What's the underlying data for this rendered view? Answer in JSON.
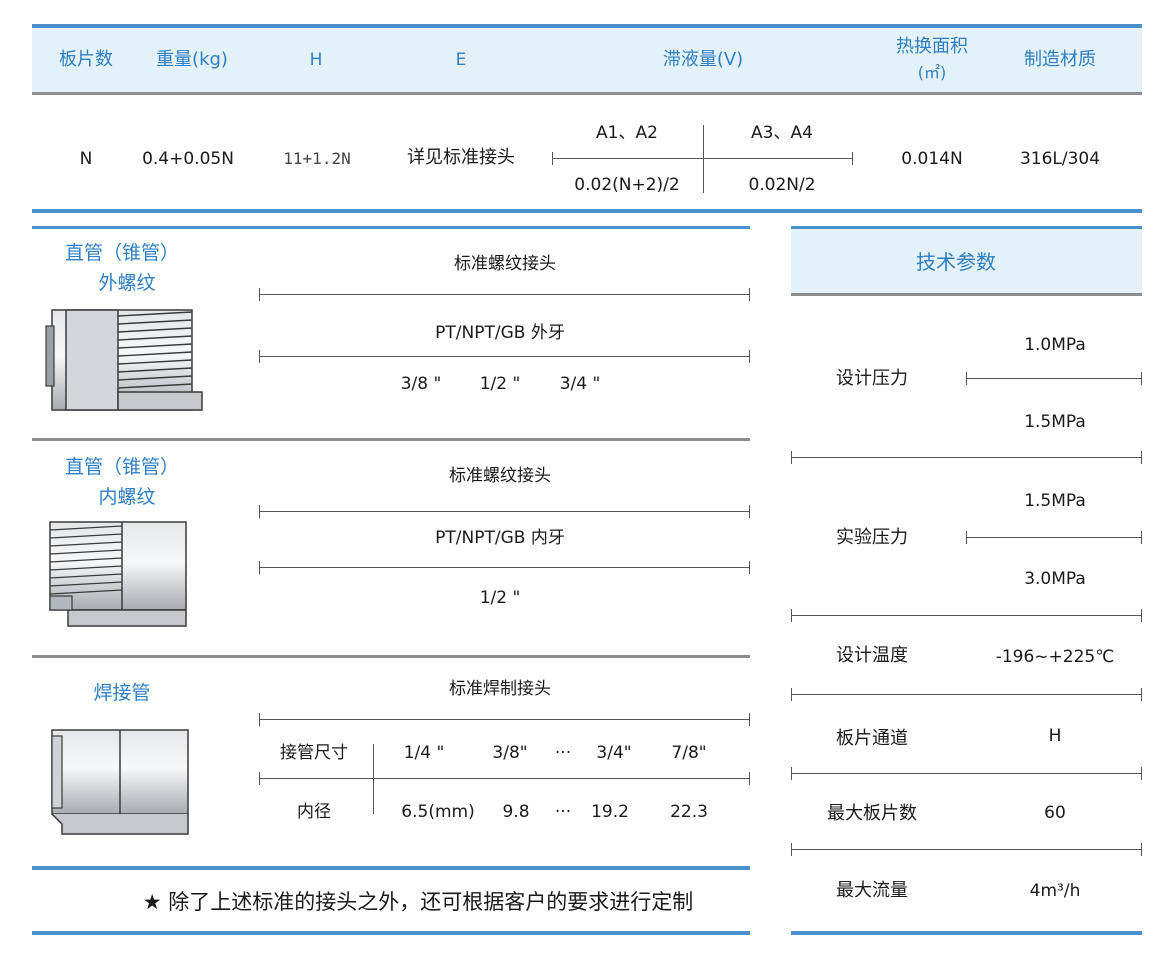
{
  "header": {
    "cols": [
      "板片数",
      "重量(kg)",
      "H",
      "E",
      "滞液量(V)",
      "热换面积",
      "(㎡)",
      "制造材质"
    ]
  },
  "row": {
    "plates": "N",
    "weight": "0.4+0.05N",
    "h": "11+1.2N",
    "e": "详见标准接头",
    "v_a12": "A1、A2",
    "v_a34": "A3、A4",
    "v_a12_val": "0.02(N+2)/2",
    "v_a34_val": "0.02N/2",
    "area": "0.014N",
    "material": "316L/304"
  },
  "sections": [
    {
      "title1": "直管（锥管）",
      "title2": "外螺纹",
      "label": "标准螺纹接头",
      "thread": "PT/NPT/GB  外牙",
      "sizes": [
        "3/8 \"",
        "1/2 \"",
        "3/4 \""
      ]
    },
    {
      "title1": "直管（锥管）",
      "title2": "内螺纹",
      "label": "标准螺纹接头",
      "thread": "PT/NPT/GB  内牙",
      "sizes": [
        "1/2 \""
      ]
    },
    {
      "title1": "焊接管",
      "label": "标准焊制接头",
      "size_label": "接管尺寸",
      "sizes": [
        "1/4 \"",
        "3/8\"",
        "···",
        "3/4\"",
        "7/8\""
      ],
      "bore_label": "内径",
      "bores": [
        "6.5(mm)",
        "9.8",
        "···",
        "19.2",
        "22.3"
      ]
    }
  ],
  "footnote": "★  除了上述标准的接头之外，还可根据客户的要求进行定制",
  "tech": {
    "title": "技术参数",
    "design_pressure": {
      "label": "设计压力",
      "v1": "1.0MPa",
      "v2": "1.5MPa"
    },
    "test_pressure": {
      "label": "实验压力",
      "v1": "1.5MPa",
      "v2": "3.0MPa"
    },
    "design_temp": {
      "label": "设计温度",
      "value": "-196~+225℃"
    },
    "channel": {
      "label": "板片通道",
      "value": "H"
    },
    "max_plates": {
      "label": "最大板片数",
      "value": "60"
    },
    "max_flow": {
      "label": "最大流量",
      "value": "4m³/h"
    }
  },
  "colors": {
    "accent": "#2e7fc4",
    "header_bg": "#e3f1fa",
    "rule": "#4a90cc"
  }
}
